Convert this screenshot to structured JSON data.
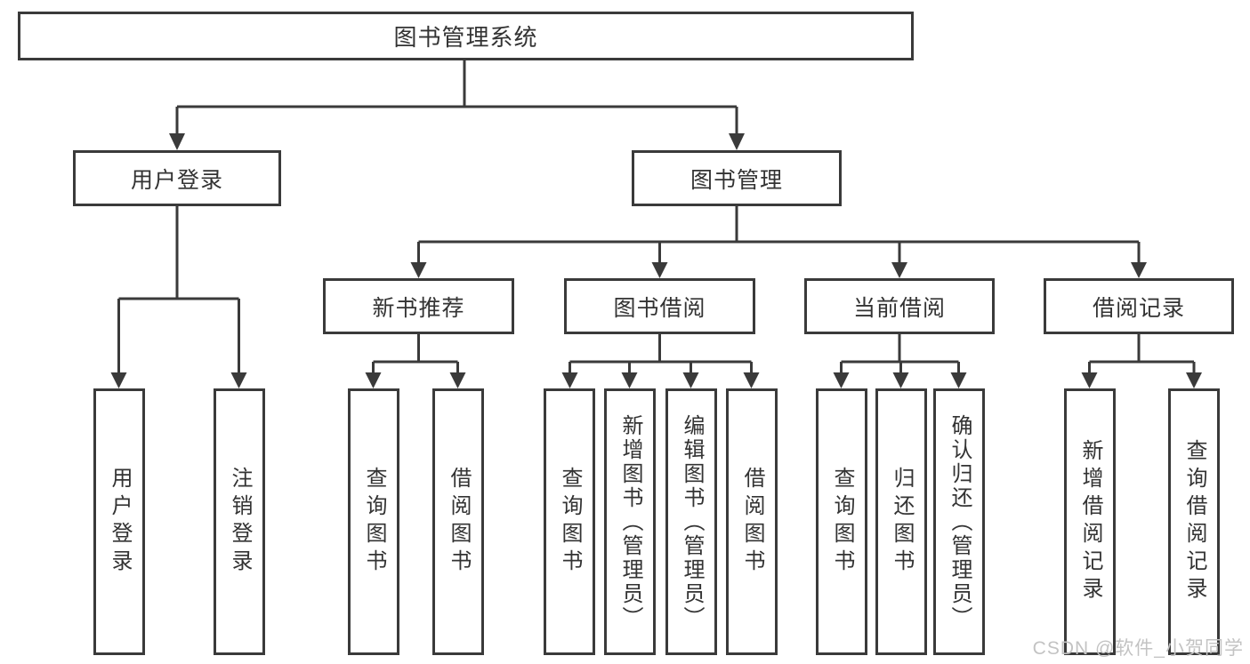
{
  "root": {
    "label": "图书管理系统"
  },
  "level2": {
    "user_login": {
      "label": "用户登录"
    },
    "book_management": {
      "label": "图书管理"
    }
  },
  "level3": {
    "new_book_recommend": {
      "label": "新书推荐"
    },
    "book_borrow": {
      "label": "图书借阅"
    },
    "current_borrow": {
      "label": "当前借阅"
    },
    "borrow_record": {
      "label": "借阅记录"
    }
  },
  "leaves": {
    "user_login_children": [
      {
        "label": "用户登录"
      },
      {
        "label": "注销登录"
      }
    ],
    "new_book_recommend_children": [
      {
        "label": "查询图书"
      },
      {
        "label": "借阅图书"
      }
    ],
    "book_borrow_children": [
      {
        "label": "查询图书"
      },
      {
        "label": "新增图书（管理员）"
      },
      {
        "label": "编辑图书（管理员）"
      },
      {
        "label": "借阅图书"
      }
    ],
    "current_borrow_children": [
      {
        "label": "查询图书"
      },
      {
        "label": "归还图书"
      },
      {
        "label": "确认归还（管理员）"
      }
    ],
    "borrow_record_children": [
      {
        "label": "新增借阅记录"
      },
      {
        "label": "查询借阅记录"
      }
    ]
  },
  "watermark": {
    "text": "CSDN @软件_小贺同学"
  },
  "colors": {
    "line": "#3a3a3a",
    "text": "#333333",
    "box_bg": "#ffffff",
    "background": "#ffffff",
    "watermark": "#c3c3c3"
  }
}
